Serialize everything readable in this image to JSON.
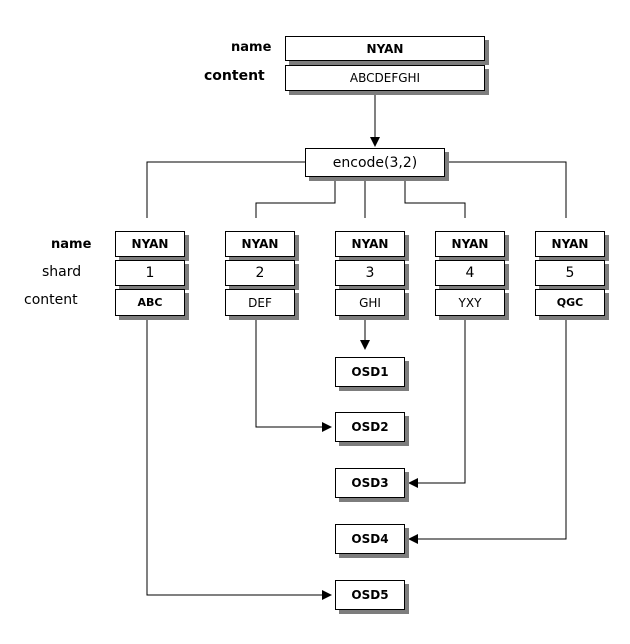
{
  "top": {
    "name_label": "name",
    "content_label": "content",
    "name_value": "NYAN",
    "content_value": "ABCDEFGHI"
  },
  "encode": {
    "label": "encode(3,2)"
  },
  "row_labels": {
    "name": "name",
    "shard": "shard",
    "content": "content"
  },
  "shards": [
    {
      "name": "NYAN",
      "shard": "1",
      "content": "ABC"
    },
    {
      "name": "NYAN",
      "shard": "2",
      "content": "DEF"
    },
    {
      "name": "NYAN",
      "shard": "3",
      "content": "GHI"
    },
    {
      "name": "NYAN",
      "shard": "4",
      "content": "YXY"
    },
    {
      "name": "NYAN",
      "shard": "5",
      "content": "QGC"
    }
  ],
  "osds": [
    "OSD1",
    "OSD2",
    "OSD3",
    "OSD4",
    "OSD5"
  ]
}
